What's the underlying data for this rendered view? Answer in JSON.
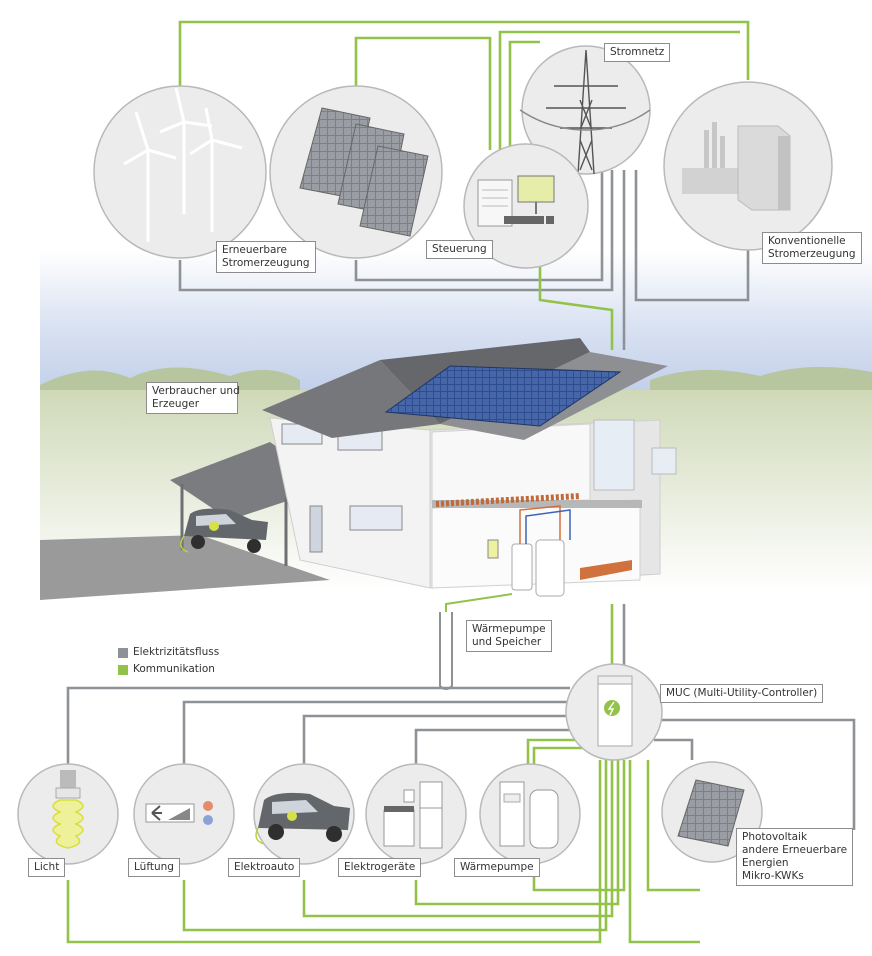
{
  "labels": {
    "renewable": [
      "Erneuerbare",
      "Stromerzeugung"
    ],
    "grid": "Stromnetz",
    "control": "Steuerung",
    "conventional": [
      "Konventionelle",
      "Stromerzeugung"
    ],
    "consumer_producer": [
      "Verbraucher und",
      "Erzeuger"
    ],
    "heatpump_storage": [
      "Wärmepumpe",
      "und Speicher"
    ],
    "muc": "MUC (Multi-Utility-Controller)",
    "light": "Licht",
    "ventilation": "Lüftung",
    "ev": "Elektroauto",
    "appliances": "Elektrogeräte",
    "heatpump": "Wärmepumpe",
    "pv": [
      "Photovoltaik",
      "andere Erneuerbare",
      "Energien",
      "Mikro-KWKs"
    ]
  },
  "legend": [
    {
      "label": "Elektrizitätsfluss",
      "color": "#8e9196"
    },
    {
      "label": "Kommunikation",
      "color": "#93c24a"
    }
  ],
  "colors": {
    "electricity": "#8e9196",
    "communication": "#93c24a",
    "roof": "#707276",
    "panel": "#2a4a8a"
  }
}
